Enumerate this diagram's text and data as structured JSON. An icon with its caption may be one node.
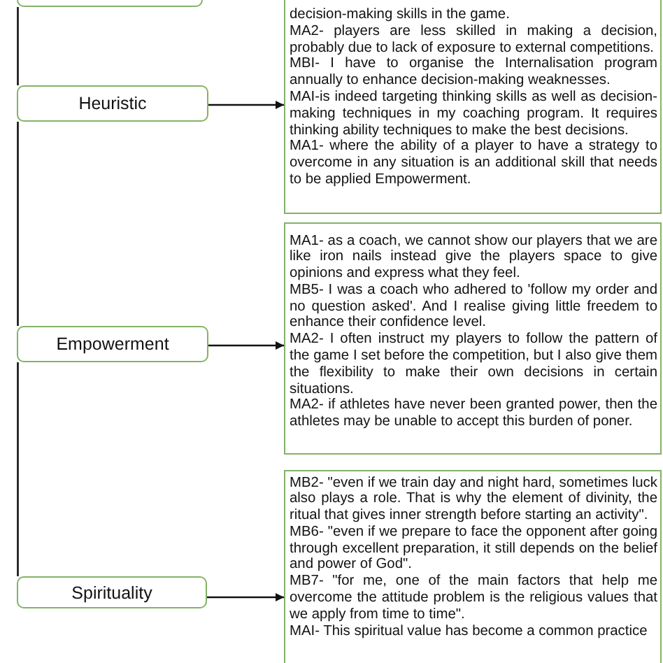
{
  "diagram": {
    "nodes": [
      {
        "text": [],
        "shape": "box"
      },
      {
        "text": [
          "Heuristic"
        ]
      },
      {
        "text": [
          "decision-making skills in the game.",
          "MA2- players are less skilled in making a decision, probably due to lack of exposure to external competitions.",
          "MBI- I have to organise the Internalisation program annually to enhance decision-making weaknesses.",
          "MAI-is indeed targeting thinking skills as well as decision-making techniques in my coaching program. It requires thinking ability techniques to make the best decisions.",
          "MA1- where the ability of a player to have a strategy to overcome in any situation is an additional skill that needs to be applied Empowerment."
        ]
      },
      {
        "text": [
          "Empowerment"
        ]
      },
      {
        "text": [
          "MA1- as a coach, we cannot show our players that we are like iron nails instead give the players space to give opinions and express what they feel.",
          "MB5- I was a coach who adhered to 'follow my order and no question asked'. And I realise giving little freedem to enhance their confidence level.",
          "MA2- I often instruct my players to follow the pattern of the game I set before the competition, but I also give them the flexibility to make their own decisions in certain situations.",
          "MA2- if athletes have never been granted power, then the athletes may be unable to accept this burden of poner."
        ]
      },
      {
        "text": [
          "Spirituality"
        ]
      },
      {
        "text": [
          "MB2- \"even if we train day and night hard, sometimes luck also plays a role. That is why the element of divinity, the ritual that gives inner strength before starting an activity\".",
          "MB6- \"even if we prepare to face the opponent after going through excellent preparation, it still depends on the belief and power of God\".",
          "MB7- \"for me, one of the main factors that help me overcome the attitude problem is the religious values that we apply from time to time\".",
          "MAI- This spiritual value has become a common practice"
        ]
      }
    ],
    "edges": [
      {
        "from": 0,
        "to": 1,
        "arrow": "none"
      },
      {
        "from": 1,
        "to": 2,
        "arrow": "to"
      },
      {
        "from": 1,
        "to": 3,
        "arrow": "none"
      },
      {
        "from": 3,
        "to": 4,
        "arrow": "to"
      },
      {
        "from": 3,
        "to": 5,
        "arrow": "none"
      },
      {
        "from": 5,
        "to": 6,
        "arrow": "to"
      }
    ]
  }
}
